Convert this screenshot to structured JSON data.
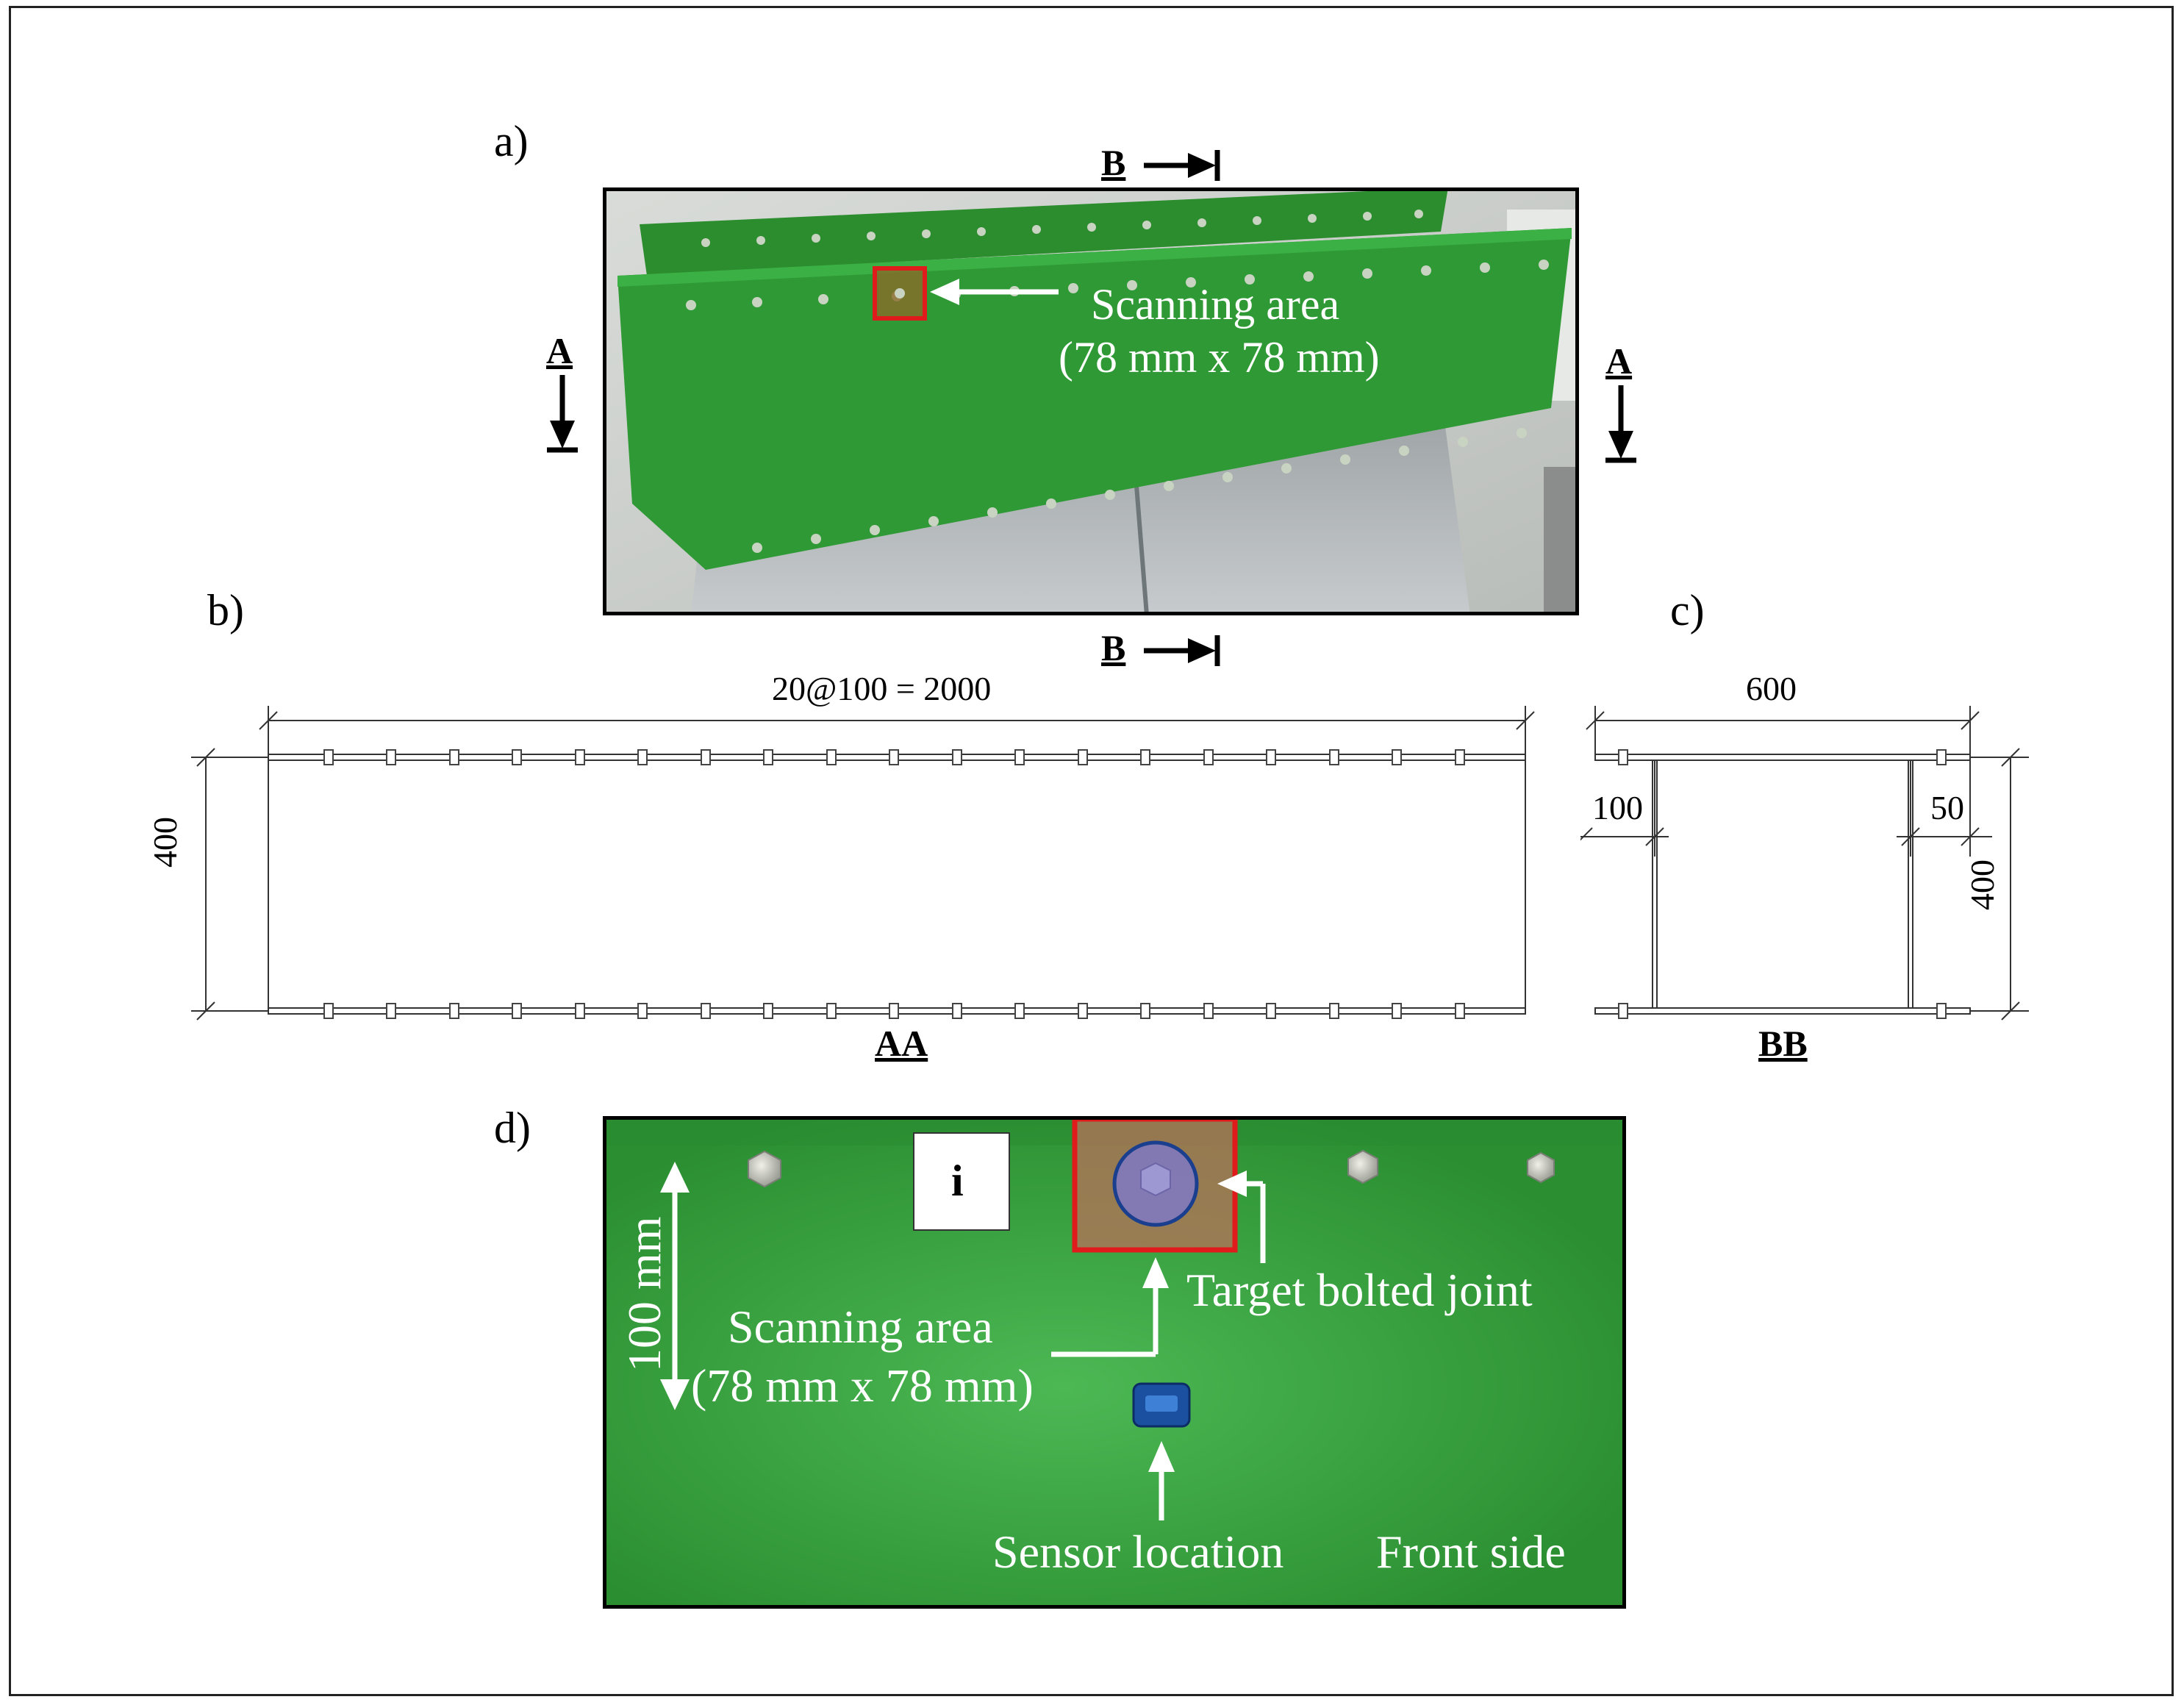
{
  "panels": {
    "a": "a)",
    "b": "b)",
    "c": "c)",
    "d": "d)"
  },
  "section_markers": {
    "A": "A",
    "B": "B"
  },
  "panel_a": {
    "callout_line1": "Scanning area",
    "callout_line2": "(78 mm x 78 mm)"
  },
  "panel_b": {
    "span_dimension": "20@100 = 2000",
    "height_dimension": "400",
    "section_title": "AA"
  },
  "panel_c": {
    "width_dimension": "600",
    "left_inner_dimension": "100",
    "right_inner_dimension": "50",
    "height_dimension": "400",
    "section_title": "BB"
  },
  "panel_d": {
    "inset_label": "i",
    "scale_label": "100 mm",
    "scan_line1": "Scanning area",
    "scan_line2": "(78 mm x 78 mm)",
    "target_label": "Target bolted joint",
    "sensor_label": "Sensor location",
    "side_label": "Front side"
  },
  "colors": {
    "plate_green": "#2f9a35",
    "highlight_red": "#e01b1b",
    "sensor_blue": "#1b4fa0",
    "arrow_white": "#ffffff"
  }
}
